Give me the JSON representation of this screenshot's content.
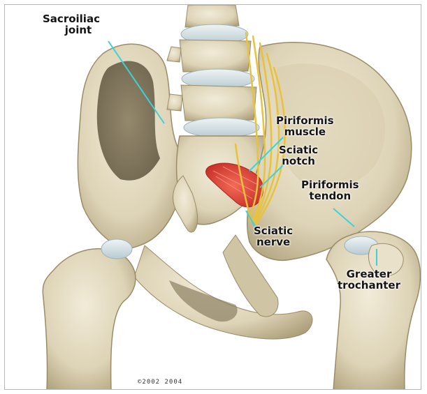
{
  "labels": {
    "sacroiliac_joint": [
      "Sacroiliac",
      "joint"
    ],
    "piriformis_muscle": [
      "Piriformis",
      "muscle"
    ],
    "sciatic_notch": [
      "Sciatic",
      "notch"
    ],
    "piriformis_tendon": [
      "Piriformis",
      "tendon"
    ],
    "sciatic_nerve": [
      "Sciatic",
      "nerve"
    ],
    "greater_trochanter": [
      "Greater",
      "trochanter"
    ]
  },
  "copyright": "©2002 2004",
  "colors": {
    "bone": "#e4dcc3",
    "bone_shadow": "#a99c78",
    "disc": "#d6e2e6",
    "muscle": "#e0483a",
    "nerve": "#e8c23a",
    "leader": "#3fd1d6"
  }
}
